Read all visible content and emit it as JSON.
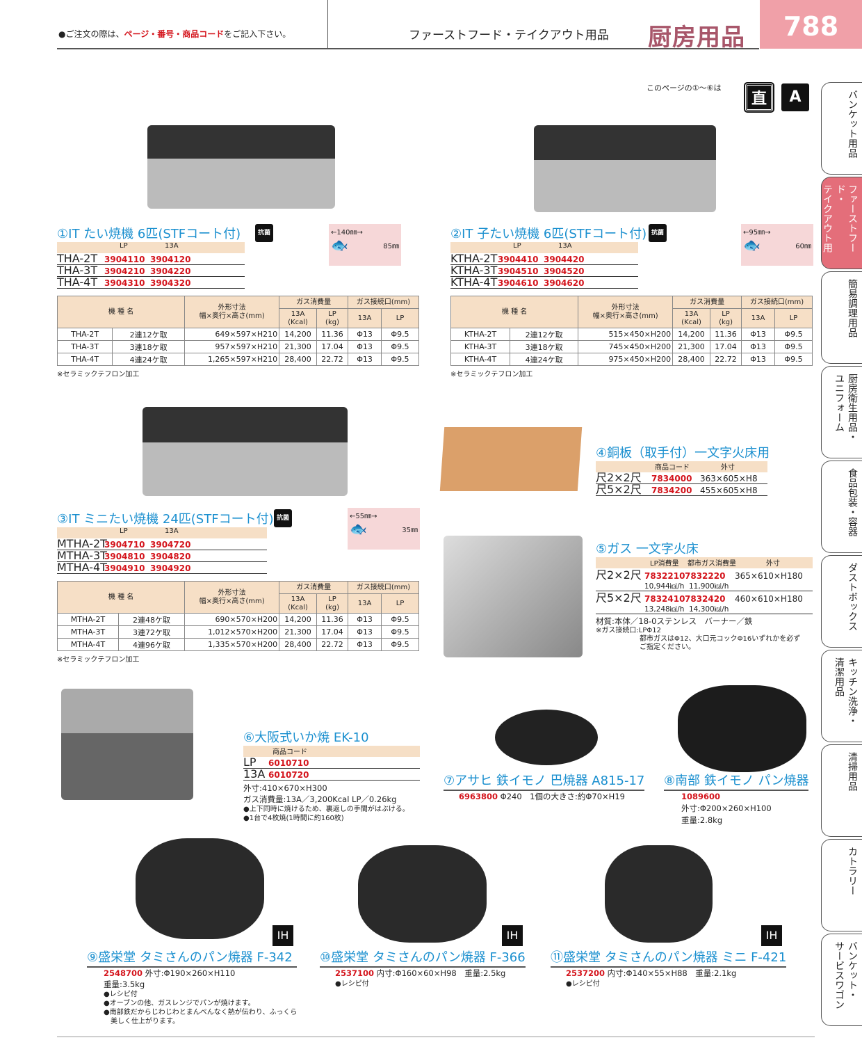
{
  "header": {
    "note_pre": "●ご注文の際は、",
    "note_red": "ページ・番号・商品コード",
    "note_post": "をご記入下さい。",
    "category": "ファーストフード・テイクアウト用品",
    "main_category": "厨房用品",
    "page_number": "788"
  },
  "direct_note": "このページの①～⑥は",
  "badges": {
    "direct": "直",
    "delivery": "A"
  },
  "tabs": [
    {
      "lines": [
        "バンケット用品"
      ]
    },
    {
      "lines": [
        "ファーストフード・",
        "テイクアウト用品"
      ],
      "active": true
    },
    {
      "lines": [
        "簡易調理用品"
      ]
    },
    {
      "lines": [
        "厨房衛生用品・",
        "ユニフォーム"
      ]
    },
    {
      "lines": [
        "食品包装・容器"
      ]
    },
    {
      "lines": [
        "ダストボックス"
      ]
    },
    {
      "lines": [
        "キッチン洗浄・",
        "清潔用品"
      ]
    },
    {
      "lines": [
        "清掃用品"
      ]
    },
    {
      "lines": [
        "カトラリー"
      ]
    },
    {
      "lines": [
        "バンケット・",
        "サービスワゴン"
      ]
    }
  ],
  "spec_headers": {
    "model": "機 種 名",
    "dims": "外形寸法",
    "dims2": "幅×奥行×高さ(mm)",
    "gas": "ガス消費量",
    "conn": "ガス接続口(mm)",
    "c13a": "13A",
    "kcal": "(Kcal)",
    "lp": "LP",
    "kg": "(kg)"
  },
  "p1": {
    "title": "①IT たい焼機 6匹(STFコート付)",
    "badge": "抗菌",
    "col1": "LP",
    "col2": "13A",
    "codes": [
      [
        "THA-2T",
        "3904110",
        "3904120"
      ],
      [
        "THA-3T",
        "3904210",
        "3904220"
      ],
      [
        "THA-4T",
        "3904310",
        "3904320"
      ]
    ],
    "fish": {
      "w": "←140㎜→",
      "h": "85㎜"
    },
    "rows": [
      [
        "THA-2T",
        "2連12ケ取",
        "649×597×H210",
        "14,200",
        "11.36",
        "Φ13",
        "Φ9.5"
      ],
      [
        "THA-3T",
        "3連18ケ取",
        "957×597×H210",
        "21,300",
        "17.04",
        "Φ13",
        "Φ9.5"
      ],
      [
        "THA-4T",
        "4連24ケ取",
        "1,265×597×H210",
        "28,400",
        "22.72",
        "Φ13",
        "Φ9.5"
      ]
    ],
    "note": "※セラミックテフロン加工"
  },
  "p2": {
    "title": "②IT 子たい焼機 6匹(STFコート付)",
    "badge": "抗菌",
    "col1": "LP",
    "col2": "13A",
    "codes": [
      [
        "KTHA-2T",
        "3904410",
        "3904420"
      ],
      [
        "KTHA-3T",
        "3904510",
        "3904520"
      ],
      [
        "KTHA-4T",
        "3904610",
        "3904620"
      ]
    ],
    "fish": {
      "w": "←95㎜→",
      "h": "60㎜"
    },
    "rows": [
      [
        "KTHA-2T",
        "2連12ケ取",
        "515×450×H200",
        "14,200",
        "11.36",
        "Φ13",
        "Φ9.5"
      ],
      [
        "KTHA-3T",
        "3連18ケ取",
        "745×450×H200",
        "21,300",
        "17.04",
        "Φ13",
        "Φ9.5"
      ],
      [
        "KTHA-4T",
        "4連24ケ取",
        "975×450×H200",
        "28,400",
        "22.72",
        "Φ13",
        "Φ9.5"
      ]
    ],
    "note": "※セラミックテフロン加工"
  },
  "p3": {
    "title": "③IT ミニたい焼機 24匹(STFコート付)",
    "badge": "抗菌",
    "col1": "LP",
    "col2": "13A",
    "codes": [
      [
        "MTHA-2T",
        "3904710",
        "3904720"
      ],
      [
        "MTHA-3T",
        "3904810",
        "3904820"
      ],
      [
        "MTHA-4T",
        "3904910",
        "3904920"
      ]
    ],
    "fish": {
      "w": "←55㎜→",
      "h": "35㎜"
    },
    "rows": [
      [
        "MTHA-2T",
        "2連48ケ取",
        "690×570×H200",
        "14,200",
        "11.36",
        "Φ13",
        "Φ9.5"
      ],
      [
        "MTHA-3T",
        "3連72ケ取",
        "1,012×570×H200",
        "21,300",
        "17.04",
        "Φ13",
        "Φ9.5"
      ],
      [
        "MTHA-4T",
        "4連96ケ取",
        "1,335×570×H200",
        "28,400",
        "22.72",
        "Φ13",
        "Φ9.5"
      ]
    ],
    "note": "※セラミックテフロン加工"
  },
  "p4": {
    "title": "④銅板（取手付）一文字火床用",
    "col1": "商品コード",
    "col2": "外寸",
    "rows": [
      [
        "尺2×2尺",
        "7834000",
        "363×605×H8"
      ],
      [
        "尺5×2尺",
        "7834200",
        "455×605×H8"
      ]
    ]
  },
  "p5": {
    "title": "⑤ガス 一文字火床",
    "col1": "LP消費量",
    "col2": "都市ガス消費量",
    "col3": "外寸",
    "rows": [
      [
        "尺2×2尺",
        "7832210",
        "7832220",
        "365×610×H180",
        "10,944㎉/h",
        "11,900㎉/h"
      ],
      [
        "尺5×2尺",
        "7832410",
        "7832420",
        "460×610×H180",
        "13,248㎉/h",
        "14,300㎉/h"
      ]
    ],
    "notes": [
      "材質:本体／18-0ステンレス　バーナー／鉄",
      "※ガス接続口:LPΦ12",
      "都市ガスはΦ12、大口元コックΦ16いずれかを必ず",
      "ご指定ください。"
    ]
  },
  "p6": {
    "title": "⑥大阪式いか焼 EK-10",
    "col1": "商品コード",
    "rows": [
      [
        "LP",
        "6010710"
      ],
      [
        "13A",
        "6010720"
      ]
    ],
    "notes": [
      "外寸:410×670×H300",
      "ガス消費量:13A／3,200Kcal LP／0.26kg",
      "●上下同時に焼けるため、裏返しの手間がはぶける。",
      "●1台で4枚焼(1時間に約160枚)"
    ]
  },
  "p7": {
    "title": "⑦アサヒ 鉄イモノ 巴焼器 A815-17",
    "code": "6963800",
    "desc": "Φ240　1個の大きさ:約Φ70×H19"
  },
  "p8": {
    "title": "⑧南部 鉄イモノ パン焼器",
    "code": "1089600",
    "notes": [
      "外寸:Φ200×260×H100",
      "重量:2.8kg"
    ]
  },
  "p9": {
    "title": "⑨盛栄堂 タミさんのパン焼器 F-342",
    "code": "2548700",
    "desc": "外寸:Φ190×260×H110",
    "notes": [
      "重量:3.5kg",
      "●レシピ付",
      "●オーブンの他、ガスレンジでパンが焼けます。",
      "●南部鉄だからじわじわとまんべんなく熱が伝わり、ふっくら",
      "　美しく仕上がります。"
    ]
  },
  "p10": {
    "title": "⑩盛栄堂 タミさんのパン焼器 F-366",
    "code": "2537100",
    "desc": "内寸:Φ160×60×H98　重量:2.5kg",
    "notes": [
      "●レシピ付"
    ]
  },
  "p11": {
    "title": "⑪盛栄堂 タミさんのパン焼器 ミニ F-421",
    "code": "2537200",
    "desc": "内寸:Φ140×55×H88　重量:2.1kg",
    "notes": [
      "●レシピ付"
    ]
  },
  "heat_icon": "IH"
}
